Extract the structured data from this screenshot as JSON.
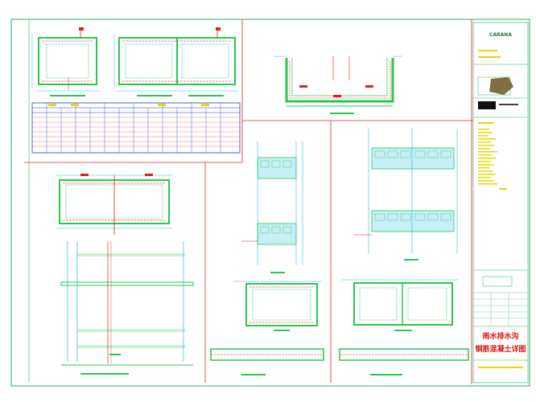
{
  "title_block": {
    "company": "CARANA",
    "drawing_title_line1": "雨水排水沟",
    "drawing_title_line2": "钢筋混凝土详图"
  },
  "colors": {
    "border": "#20b060",
    "frame": "#e02020",
    "concrete": "#28c850",
    "rebar": "#e02020",
    "dimension": "#20c0e0",
    "table": "#2040c0",
    "note": "#e8d800",
    "key_plan": "#807040"
  }
}
